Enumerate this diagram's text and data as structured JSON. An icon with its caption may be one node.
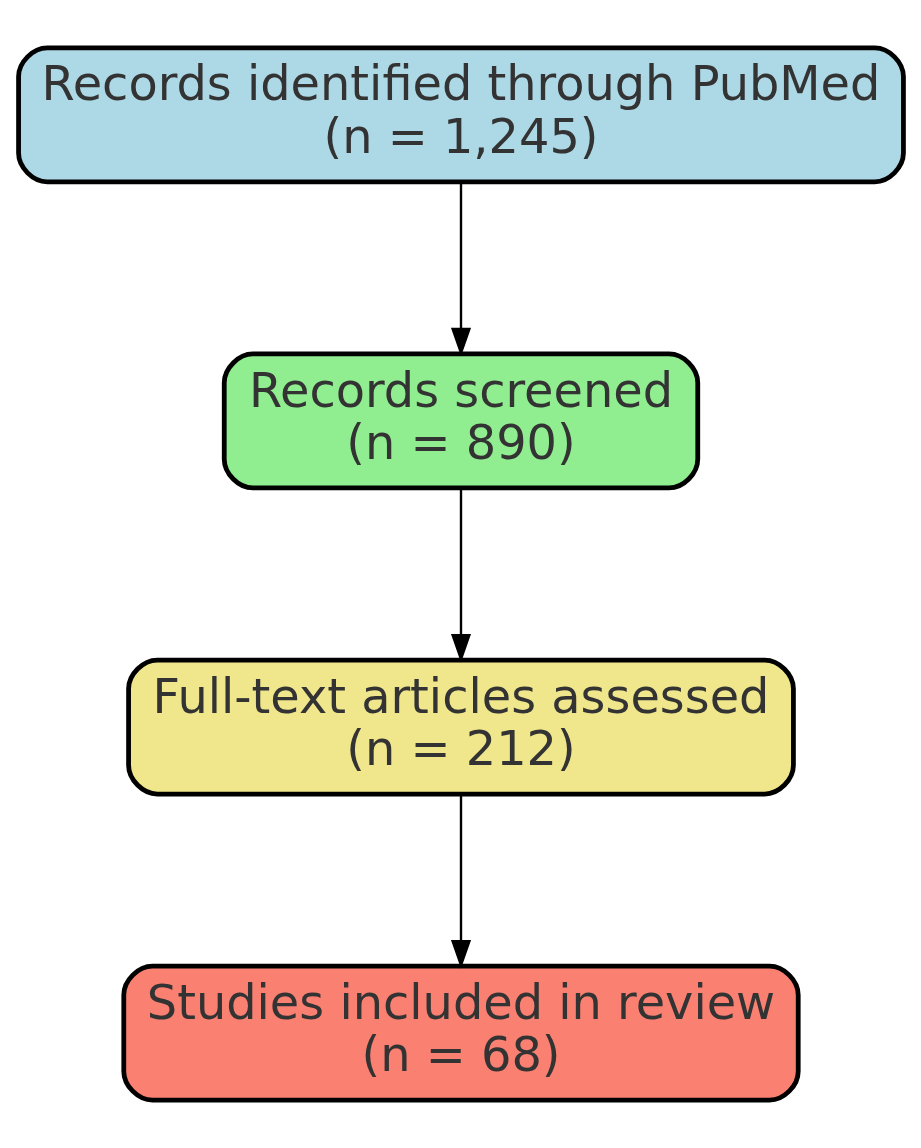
{
  "diagram": {
    "nodes": [
      {
        "text": [
          "Records identified through PubMed",
          "(n = 1,245)"
        ]
      },
      {
        "text": [
          "Records screened",
          "(n = 890)"
        ]
      },
      {
        "text": [
          "Full-text articles assessed",
          "(n = 212)"
        ]
      },
      {
        "text": [
          "Studies included in review",
          "(n = 68)"
        ]
      }
    ],
    "edges": [
      {
        "from": 0,
        "to": 1,
        "arrow": "to"
      },
      {
        "from": 1,
        "to": 2,
        "arrow": "to"
      },
      {
        "from": 2,
        "to": 3,
        "arrow": "to"
      }
    ]
  }
}
